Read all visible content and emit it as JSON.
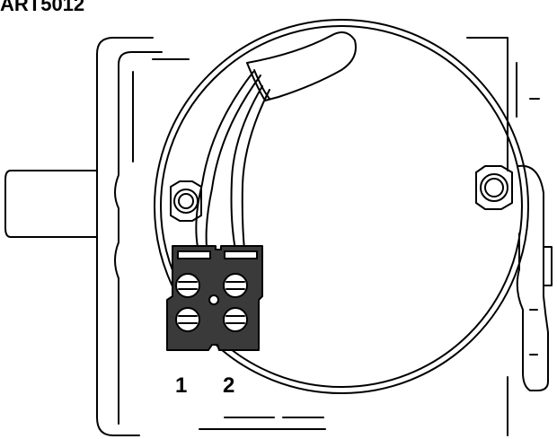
{
  "figure": {
    "code": "ART5012",
    "terminal_labels": [
      "1",
      "2"
    ]
  },
  "colors": {
    "line": "#000000",
    "terminal_fill": "#3a3a3a",
    "background": "#ffffff"
  }
}
